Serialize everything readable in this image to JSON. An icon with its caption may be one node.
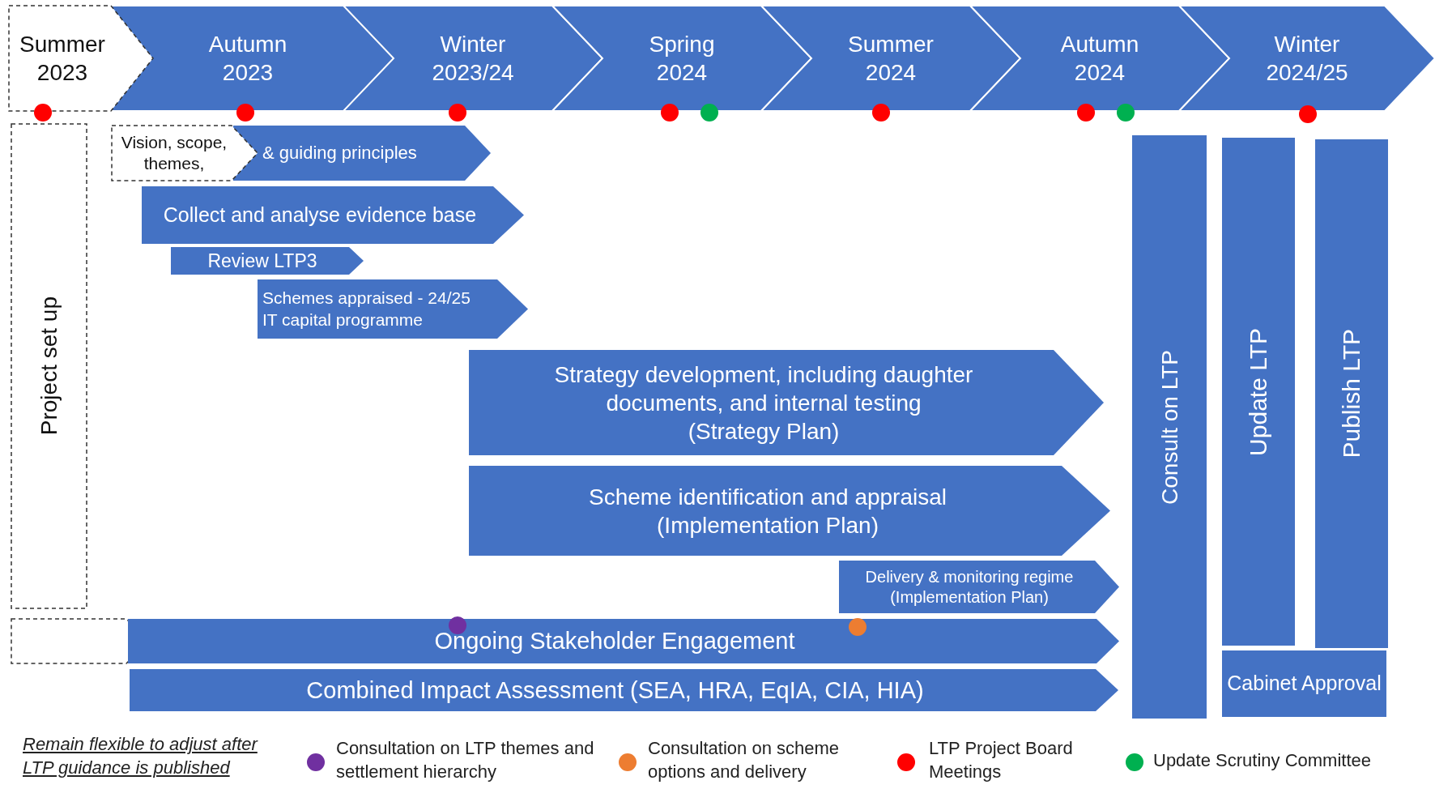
{
  "diagram": {
    "nodes": [
      {
        "text": [
          "Summer 2023"
        ]
      },
      {
        "text": [
          "Autumn 2023"
        ]
      },
      {
        "text": [
          "Winter 2023/24"
        ]
      },
      {
        "text": [
          "Spring 2024"
        ]
      },
      {
        "text": [
          "Summer 2024"
        ]
      },
      {
        "text": [
          "Autumn 2024"
        ]
      },
      {
        "text": [
          "Winter 2024/25"
        ]
      },
      {
        "text": [
          "Project set up"
        ]
      },
      {
        "text": [
          "Vision, scope, themes,"
        ]
      },
      {
        "text": [
          "& guiding principles"
        ]
      },
      {
        "text": [
          "Collect and analyse evidence base"
        ]
      },
      {
        "text": [
          "Review LTP3"
        ]
      },
      {
        "text": [
          "Schemes appraised - 24/25 IT capital programme"
        ]
      },
      {
        "text": [
          "Strategy development, including daughter documents, and internal testing",
          "(Strategy Plan)"
        ]
      },
      {
        "text": [
          "Scheme identification and appraisal",
          "(Implementation Plan)"
        ]
      },
      {
        "text": [
          "Delivery & monitoring regime",
          "(Implementation Plan)"
        ]
      },
      {
        "text": [],
        "shape": "pentagon"
      },
      {
        "text": [
          "Ongoing Stakeholder Engagement"
        ]
      },
      {
        "text": [
          "Combined Impact Assessment (SEA, HRA, EqIA, CIA, HIA)"
        ]
      },
      {
        "text": [
          "Consult on LTP"
        ]
      },
      {
        "text": [
          "Update LTP"
        ]
      },
      {
        "text": [
          "Publish LTP"
        ]
      },
      {
        "text": [
          "Cabinet Approval"
        ]
      }
    ],
    "edges": [],
    "labels": [
      "Remain flexible to adjust after LTP guidance is published"
    ],
    "legend": [
      {
        "text": "Consultation on LTP themes and settlement hierarchy",
        "color": "#7030a0"
      },
      {
        "text": "Consultation on scheme options and delivery",
        "color": "#ed7d31"
      },
      {
        "text": "LTP Project Board Meetings",
        "color": "#ff0000"
      },
      {
        "text": "Update Scrutiny Committee",
        "color": "#00b050"
      }
    ]
  }
}
